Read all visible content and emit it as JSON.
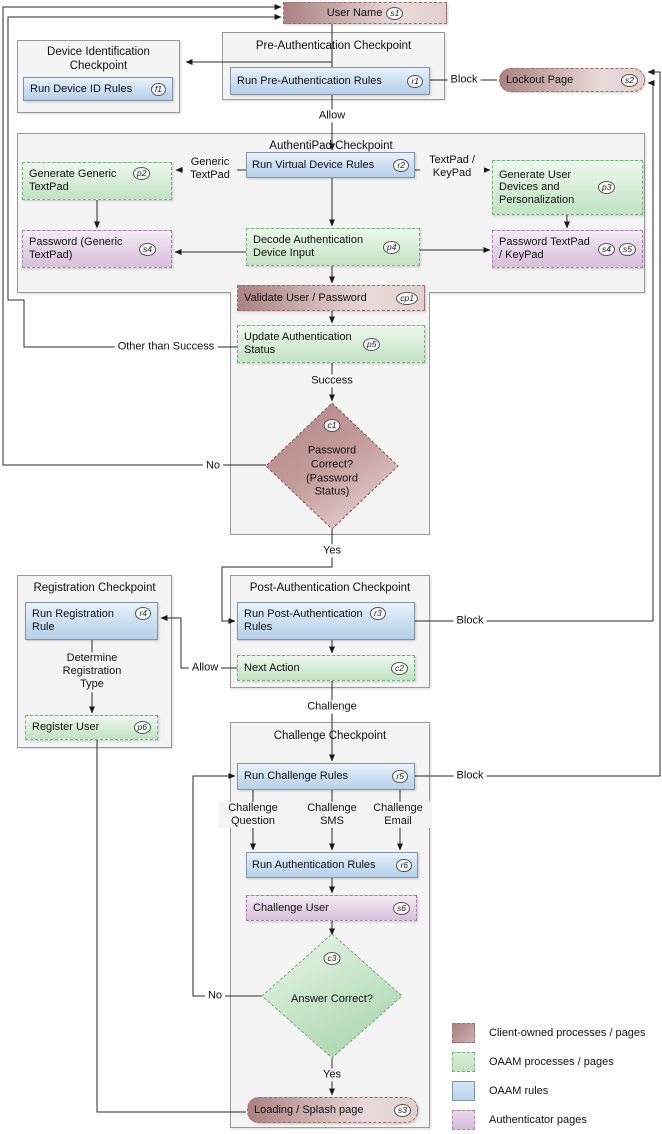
{
  "figure": {
    "description_title": "AuthentiPad Checkpoint"
  },
  "colors": {
    "client_owned": "#ab8181",
    "oaam_process": "#c3e4c5",
    "oaam_rules": "#bdd6ec",
    "authenticator": "#d9c2dc",
    "container_fill": "#f4f4f4"
  },
  "containers": {
    "device_id": {
      "title": "Device Identification Checkpoint"
    },
    "preauth": {
      "title": "Pre-Authentication Checkpoint"
    },
    "authentipad": {
      "title": "AuthentiPad Checkpoint"
    },
    "registration": {
      "title": "Registration Checkpoint"
    },
    "postauth": {
      "title": "Post-Authentication Checkpoint"
    },
    "challenge": {
      "title": "Challenge Checkpoint"
    }
  },
  "nodes": {
    "user_name": {
      "label": "User Name",
      "badge": "s1"
    },
    "lockout": {
      "label": "Lockout Page",
      "badge": "s2"
    },
    "run_device_id": {
      "label": "Run Device ID Rules",
      "badge": "f1"
    },
    "run_preauth": {
      "label": "Run Pre-Authentication Rules",
      "badge": "r1"
    },
    "gen_generic_textpad": {
      "label": "Generate Generic TextPad",
      "badge": "p2"
    },
    "run_virtual_device": {
      "label": "Run Virtual Device Rules",
      "badge": "r2"
    },
    "gen_user_devices": {
      "label": "Generate User Devices and Personalization",
      "badge": "p3"
    },
    "password_generic": {
      "label": "Password (Generic TextPad)",
      "badge": "s4"
    },
    "decode_auth": {
      "label": "Decode Authentication Device Input",
      "badge": "p4"
    },
    "password_textpad": {
      "label": "Password TextPad / KeyPad",
      "badge": "s4",
      "badge2": "s5"
    },
    "validate_user": {
      "label": "Validate User / Password",
      "badge": "cp1"
    },
    "update_status": {
      "label": "Update Authentication Status",
      "badge": "p5"
    },
    "password_correct": {
      "label": "Password Correct? (Password Status)",
      "badge": "c1"
    },
    "run_registration": {
      "label": "Run Registration Rule",
      "badge": "r4"
    },
    "register_user": {
      "label": "Register User",
      "badge": "p6"
    },
    "run_postauth": {
      "label": "Run Post-Authentication Rules",
      "badge": "r3"
    },
    "next_action": {
      "label": "Next Action",
      "badge": "c2"
    },
    "run_challenge": {
      "label": "Run Challenge Rules",
      "badge": "r5"
    },
    "run_auth_rules": {
      "label": "Run Authentication Rules",
      "badge": "r6"
    },
    "challenge_user": {
      "label": "Challenge User",
      "badge": "s6"
    },
    "answer_correct": {
      "label": "Answer Correct?",
      "badge": "c3"
    },
    "loading_splash": {
      "label": "Loading / Splash page",
      "badge": "s3"
    }
  },
  "edge_labels": {
    "block_top": "Block",
    "allow_top": "Allow",
    "generic_textpad": "Generic TextPad",
    "textpad_keypad": "TextPad / KeyPad",
    "other_than_success": "Other than Success",
    "success": "Success",
    "no_password": "No",
    "yes_password": "Yes",
    "block_postauth": "Block",
    "allow_registration": "Allow",
    "determine_registration": "Determine Registration Type",
    "challenge": "Challenge",
    "block_challenge": "Block",
    "challenge_question": "Challenge Question",
    "challenge_sms": "Challenge SMS",
    "challenge_email": "Challenge Email",
    "no_answer": "No",
    "yes_answer": "Yes"
  },
  "legend": {
    "items": [
      {
        "label": "Client-owned processes / pages",
        "color": "#ab8181"
      },
      {
        "label": "OAAM processes / pages",
        "color": "#c3e4c5"
      },
      {
        "label": "OAAM rules",
        "color": "#bdd6ec"
      },
      {
        "label": "Authenticator pages",
        "color": "#d9c2dc"
      }
    ]
  }
}
